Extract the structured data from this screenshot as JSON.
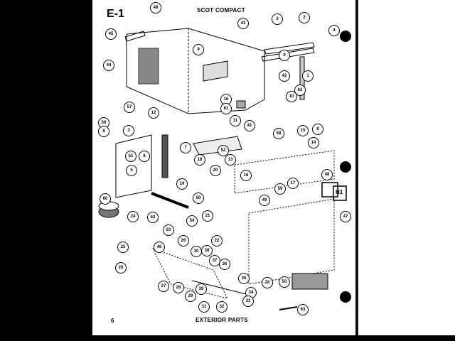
{
  "figure": {
    "id": "E-1",
    "title": "SCOT COMPACT",
    "footer": "EXTERIOR PARTS",
    "page_number": "6"
  },
  "callouts": [
    {
      "n": "48"
    },
    {
      "n": "45"
    },
    {
      "n": "43"
    },
    {
      "n": "3"
    },
    {
      "n": "2"
    },
    {
      "n": "4"
    },
    {
      "n": "9"
    },
    {
      "n": "9"
    },
    {
      "n": "44"
    },
    {
      "n": "42"
    },
    {
      "n": "1"
    },
    {
      "n": "62"
    },
    {
      "n": "10"
    },
    {
      "n": "16"
    },
    {
      "n": "61"
    },
    {
      "n": "11"
    },
    {
      "n": "57"
    },
    {
      "n": "12"
    },
    {
      "n": "56"
    },
    {
      "n": "8"
    },
    {
      "n": "3"
    },
    {
      "n": "41"
    },
    {
      "n": "58"
    },
    {
      "n": "15"
    },
    {
      "n": "8"
    },
    {
      "n": "7"
    },
    {
      "n": "61"
    },
    {
      "n": "6"
    },
    {
      "n": "52"
    },
    {
      "n": "13"
    },
    {
      "n": "14"
    },
    {
      "n": "18"
    },
    {
      "n": "5"
    },
    {
      "n": "20"
    },
    {
      "n": "16"
    },
    {
      "n": "19"
    },
    {
      "n": "17"
    },
    {
      "n": "59"
    },
    {
      "n": "48"
    },
    {
      "n": "60"
    },
    {
      "n": "50"
    },
    {
      "n": "49"
    },
    {
      "n": "47"
    },
    {
      "n": "53"
    },
    {
      "n": "54"
    },
    {
      "n": "21"
    },
    {
      "n": "24"
    },
    {
      "n": "23"
    },
    {
      "n": "26"
    },
    {
      "n": "22"
    },
    {
      "n": "25"
    },
    {
      "n": "46"
    },
    {
      "n": "30"
    },
    {
      "n": "38"
    },
    {
      "n": "37"
    },
    {
      "n": "36"
    },
    {
      "n": "20"
    },
    {
      "n": "35"
    },
    {
      "n": "27"
    },
    {
      "n": "28"
    },
    {
      "n": "39"
    },
    {
      "n": "28"
    },
    {
      "n": "55"
    },
    {
      "n": "29"
    },
    {
      "n": "34"
    },
    {
      "n": "31"
    },
    {
      "n": "32"
    },
    {
      "n": "33"
    },
    {
      "n": "63"
    }
  ],
  "inset_label": "H1"
}
